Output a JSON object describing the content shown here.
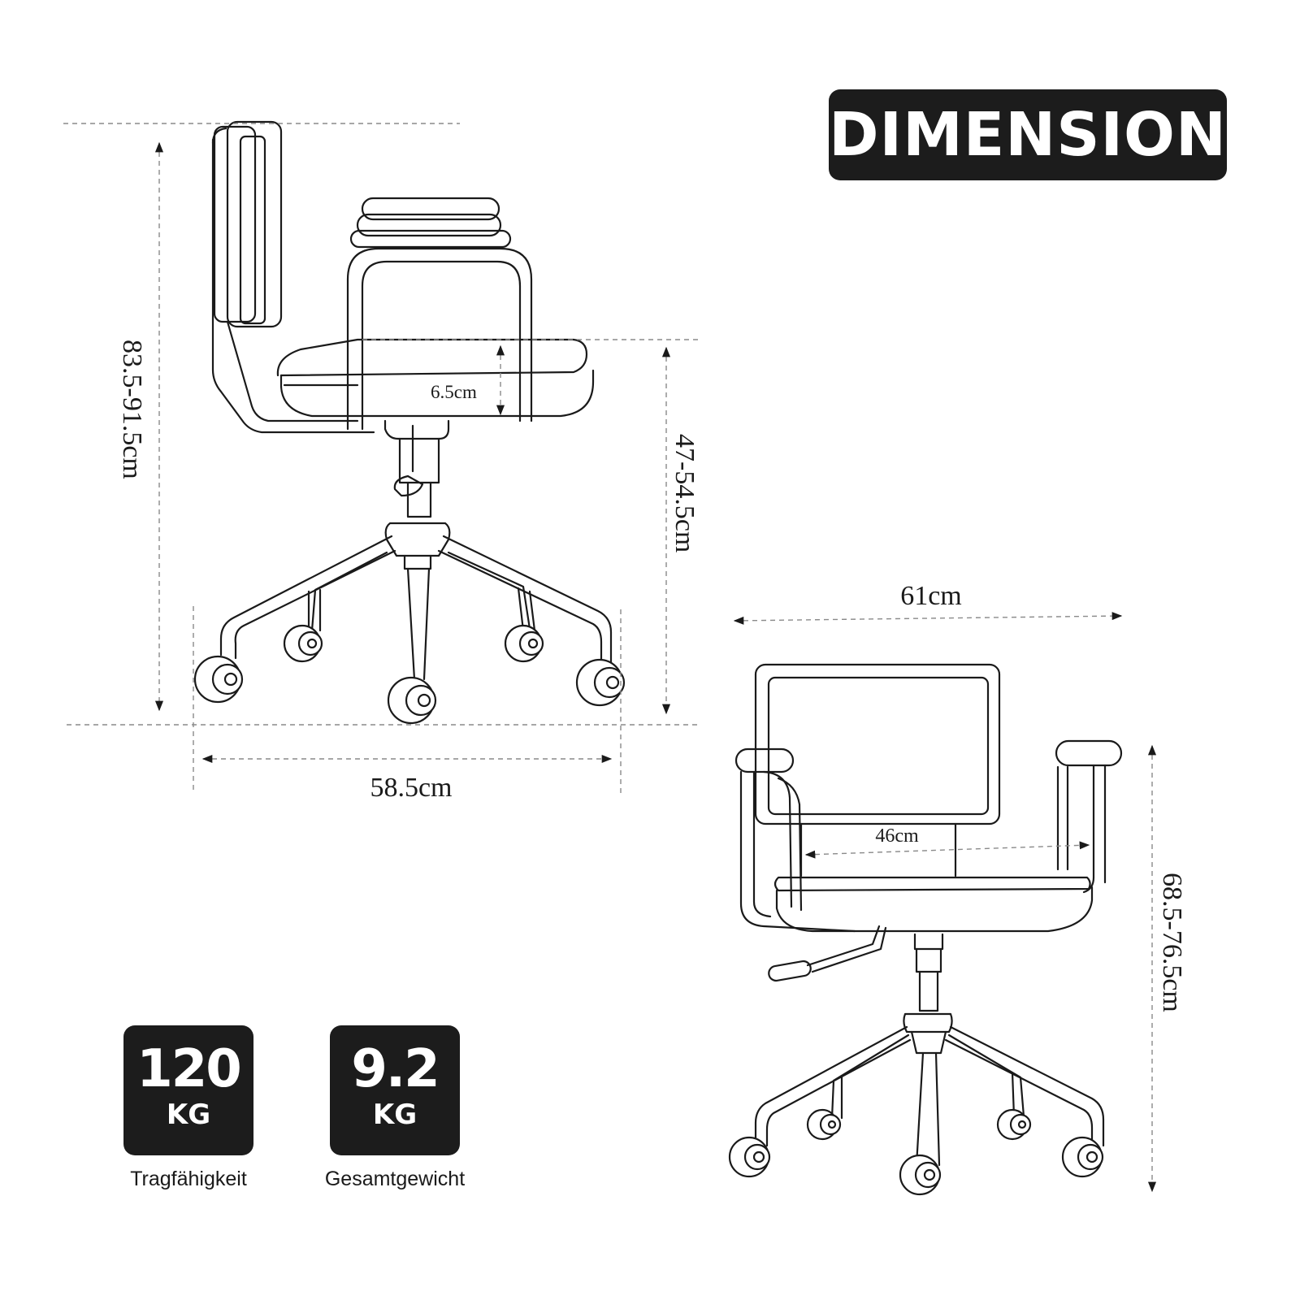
{
  "title": "DIMENSION",
  "dimensions": {
    "total_height": "83.5-91.5cm",
    "seat_height": "47-54.5cm",
    "seat_thickness": "6.5cm",
    "depth": "58.5cm",
    "width": "61cm",
    "seat_width": "46cm",
    "armrest_height": "68.5-76.5cm"
  },
  "specs": [
    {
      "value": "120",
      "unit": "KG",
      "caption": "Tragfähigkeit"
    },
    {
      "value": "9.2",
      "unit": "KG",
      "caption": "Gesamtgewicht"
    }
  ],
  "icons": {
    "side_view": "office-chair-side-view-icon",
    "front_view": "office-chair-front-view-icon"
  }
}
